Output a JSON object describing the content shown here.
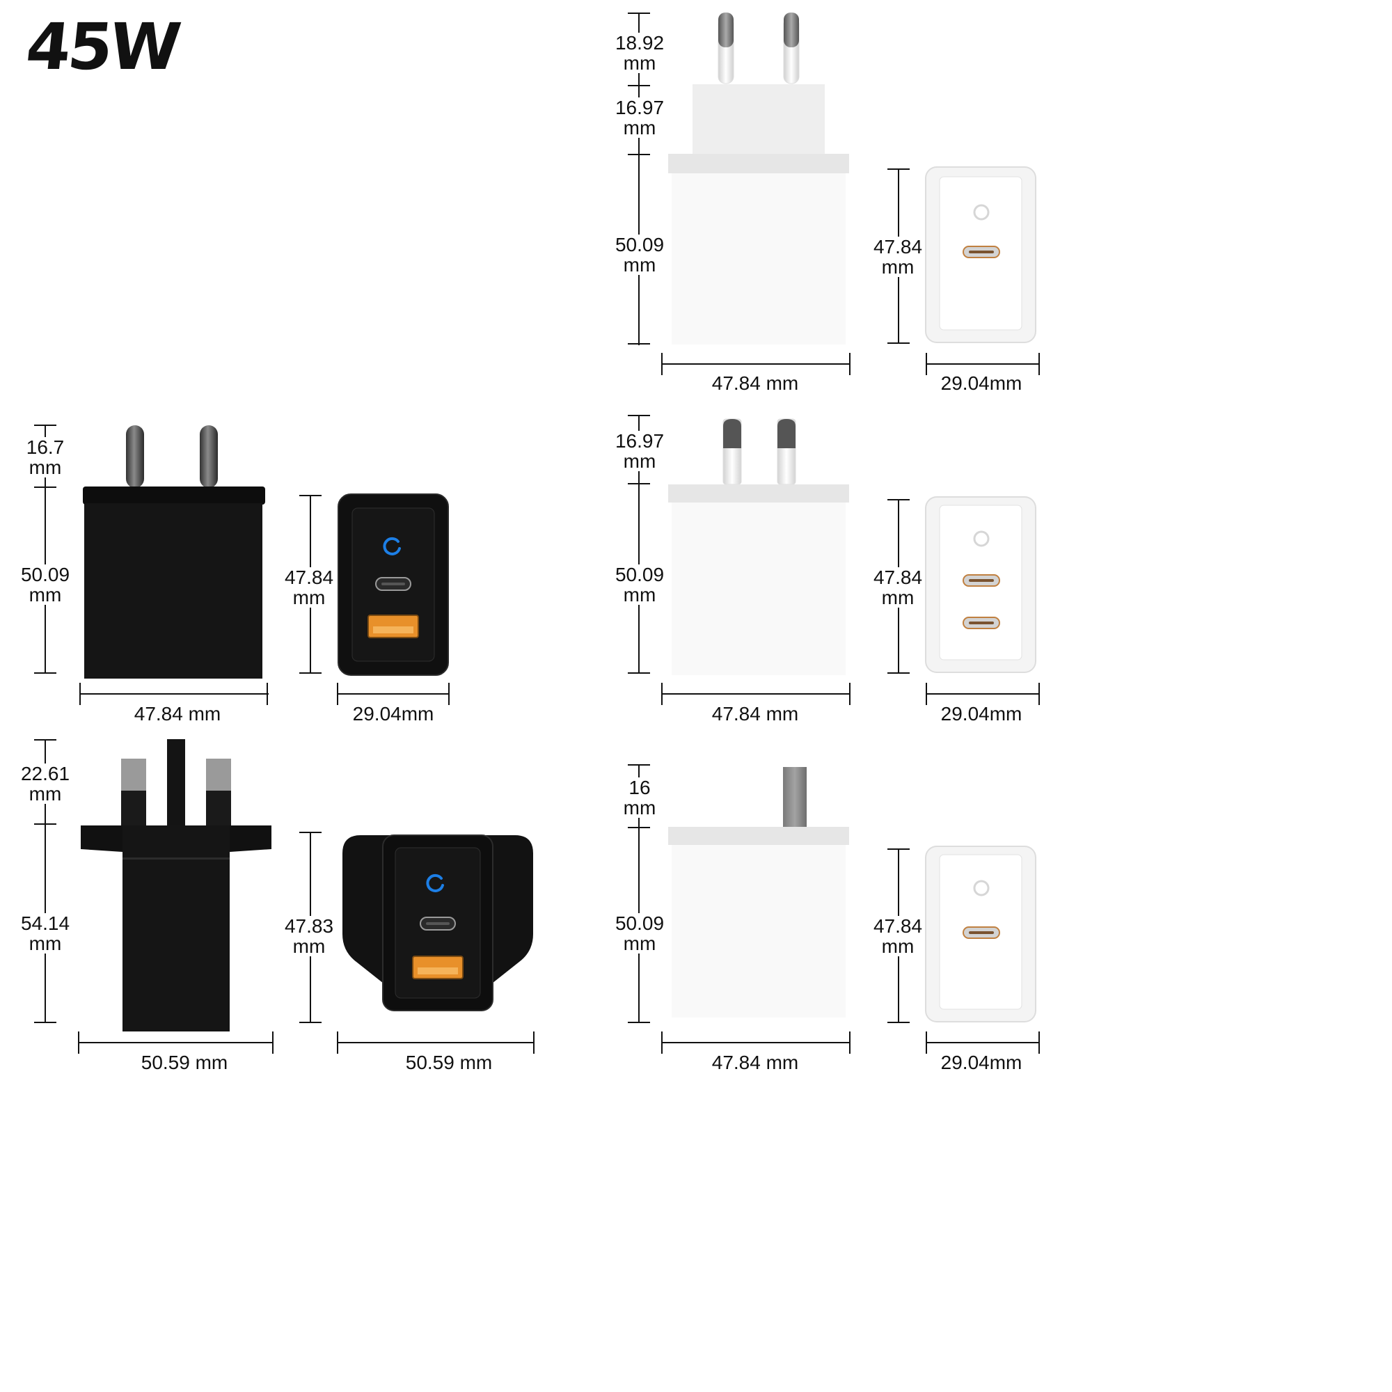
{
  "title": "45W",
  "colors": {
    "black_body": "#121212",
    "white_body": "#f7f7f7",
    "port_orange": "#e8902a",
    "led_blue": "#1d7fe6",
    "pin_grey": "#888888"
  },
  "eu": {
    "pin_height": "18.92",
    "plate_height": "16.97",
    "body_height": "50.09",
    "unit": "mm",
    "width": "47.84 mm",
    "front_height": "47.84",
    "front_width": "29.04mm",
    "ports": [
      "usb-c"
    ]
  },
  "india": {
    "pin_height": "16.7",
    "body_height": "50.09",
    "unit": "mm",
    "width": "47.84 mm",
    "front_height": "47.84",
    "front_width": "29.04mm",
    "ports": [
      "usb-c",
      "usb-a"
    ]
  },
  "au": {
    "pin_height": "16.97",
    "body_height": "50.09",
    "unit": "mm",
    "width": "47.84 mm",
    "front_height": "47.84",
    "front_width": "29.04mm",
    "ports": [
      "usb-c",
      "usb-c"
    ]
  },
  "uk": {
    "pin_height": "22.61",
    "body_height": "54.14",
    "unit": "mm",
    "width": "50.59 mm",
    "front_height": "47.83",
    "front_width": "50.59 mm",
    "ports": [
      "usb-c",
      "usb-a"
    ]
  },
  "us": {
    "pin_height": "16",
    "body_height": "50.09",
    "unit": "mm",
    "width": "47.84 mm",
    "front_height": "47.84",
    "front_width": "29.04mm",
    "ports": [
      "usb-c"
    ]
  }
}
